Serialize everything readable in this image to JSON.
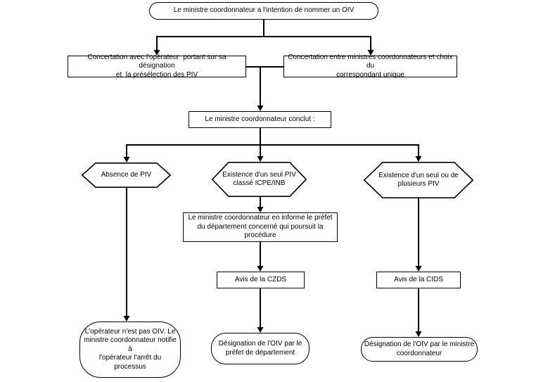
{
  "diagram": {
    "colors": {
      "line": "#000000",
      "fill": "#ffffff",
      "text": "#000000"
    },
    "nodes": {
      "start": {
        "label": "Le ministre coordonnateur a l'intention de nommer un OIV",
        "shape": "stadium"
      },
      "concertation_operateur": {
        "label": "Concertation avec l'opérateur  portant sur sa désignation\net  la présélection des PIV",
        "shape": "rect"
      },
      "concertation_ministres": {
        "label": "Concertation entre ministres coordonnateurs et choix du\ncorrespondant unique",
        "shape": "rect"
      },
      "conclut": {
        "label": "Le ministre coordonnateur conclut :",
        "shape": "rect"
      },
      "absence_piv": {
        "label": "Absence de PIV",
        "shape": "hexagon"
      },
      "seul_piv_icpe": {
        "label": "Existence d'un seul PIV\nclassé ICPE/INB",
        "shape": "hexagon"
      },
      "seul_ou_plusieurs_piv": {
        "label": "Existence d'un seul ou de\nplusieurs PIV",
        "shape": "hexagon"
      },
      "informe_prefet": {
        "label": "Le ministre coordonnateur en informe le préfet\ndu département concerné qui poursuit la\nprocédure",
        "shape": "rect"
      },
      "avis_czds": {
        "label": "Avis de la CZDS",
        "shape": "rect"
      },
      "avis_cids": {
        "label": "Avis de la CIDS",
        "shape": "rect"
      },
      "arret_processus": {
        "label": "L'opérateur n'est pas OIV. Le\nministre coordonnateur notifie à\nl'opérateur l'arrêt du processus",
        "shape": "rounded"
      },
      "designation_prefet": {
        "label": "Désignation de l'OIV par le\npréfet de département",
        "shape": "rounded"
      },
      "designation_ministre": {
        "label": "Désignation de l'OIV par le ministre\ncoordonnateur",
        "shape": "rounded"
      }
    }
  }
}
